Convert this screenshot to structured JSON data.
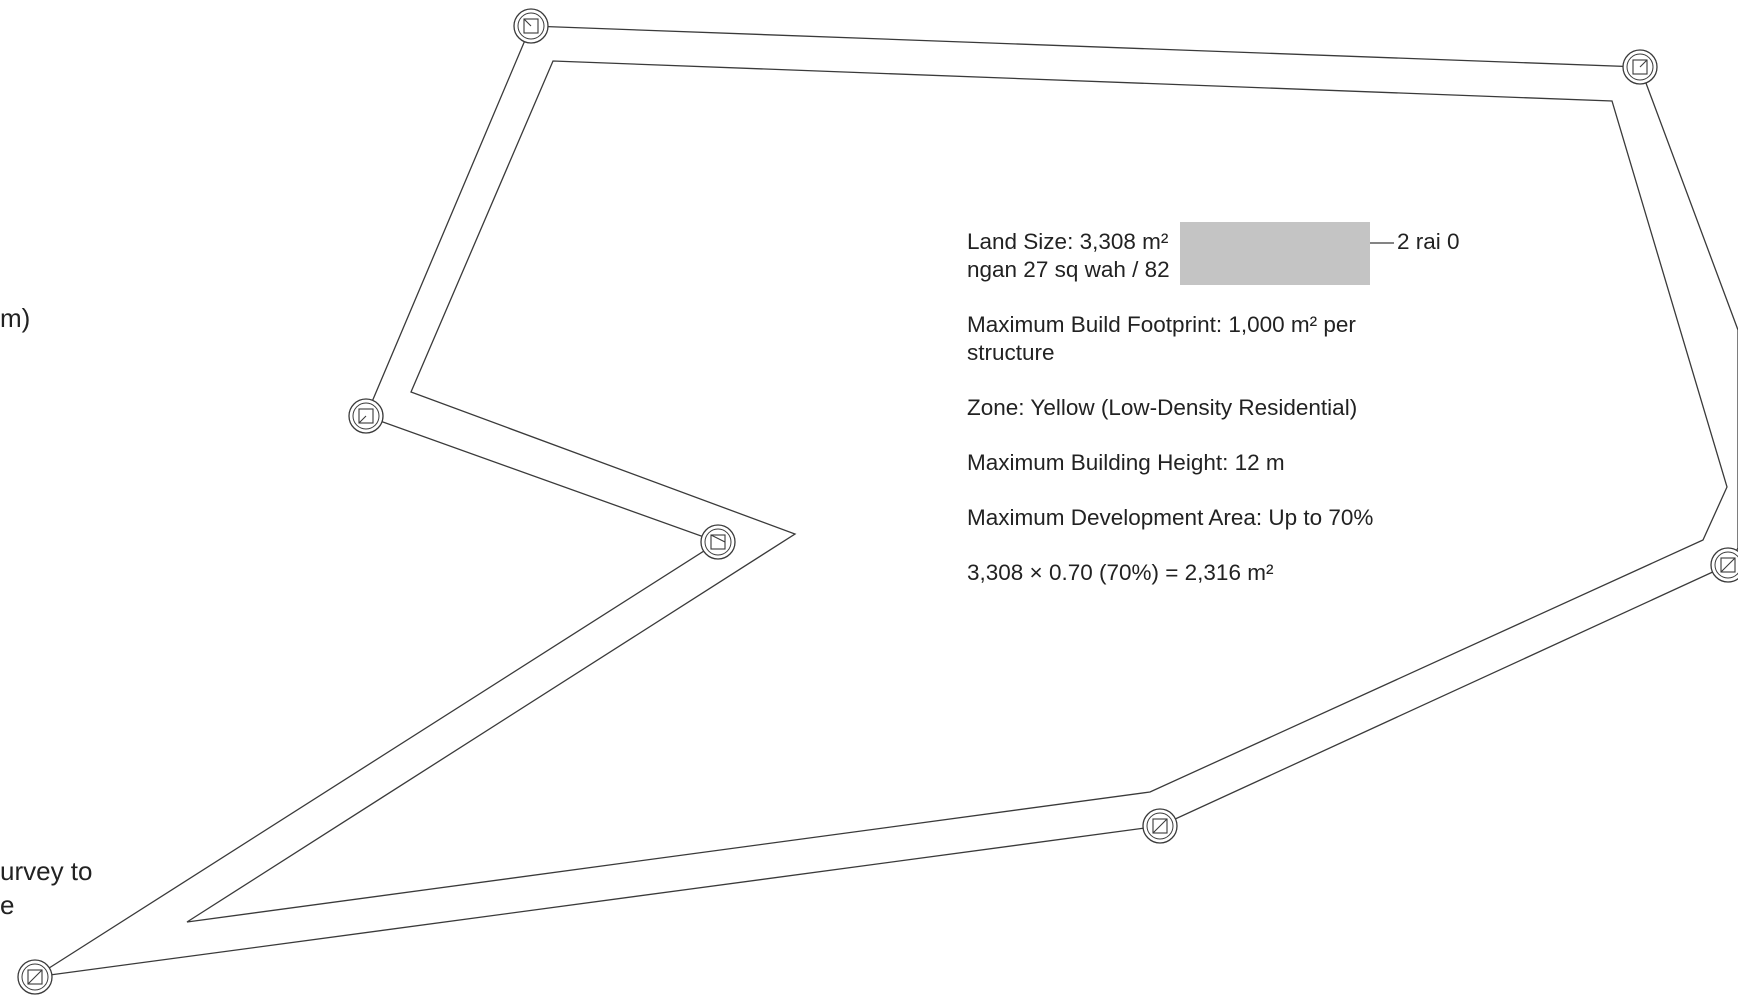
{
  "info": {
    "land_size_line1": "Land Size: 3,308 m²",
    "land_size_line2": "ngan 27 sq wah / 82",
    "land_size_tail": "2 rai 0",
    "max_footprint": "Maximum Build Footprint: 1,000 m² per structure",
    "zone": "Zone: Yellow (Low-Density Residential)",
    "max_height": "Maximum Building Height: 12 m",
    "max_dev_area": "Maximum Development Area: Up to 70%",
    "calc": "3,308 × 0.70 (70%) = 2,316 m²"
  },
  "edge_fragments": {
    "left_top": "m)",
    "left_bottom_1": "urvey to",
    "left_bottom_2": "e"
  }
}
